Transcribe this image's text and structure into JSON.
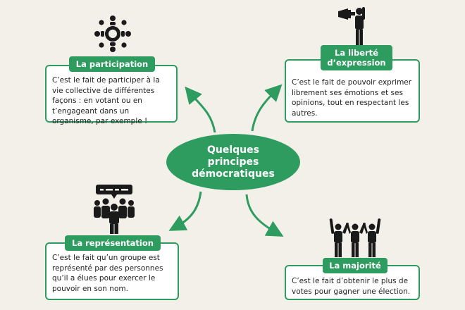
{
  "center_title": "Quelques\nprincipes\ndémocratiques",
  "colors": {
    "accent": "#2e9b5f",
    "background": "#f3f0ea",
    "icon": "#1a1a1a"
  },
  "principles": [
    {
      "title": "La participation",
      "text": "C’est le fait de participer à la vie collective de différentes façons : en votant ou en t’engageant dans un organisme, par exemple !",
      "icon": "round-table-meeting-icon"
    },
    {
      "title": "La liberté\nd’expression",
      "text": "C’est le fait de pouvoir exprimer librement ses émotions et ses opinions, tout en respectant les autres.",
      "icon": "megaphone-person-icon"
    },
    {
      "title": "La représentation",
      "text": "C’est le fait qu’un groupe est représenté par des personnes qu’il a élues pour exercer le pouvoir en son nom.",
      "icon": "group-speech-bubble-icon"
    },
    {
      "title": "La majorité",
      "text": "C’est le fait d’obtenir le plus de votes pour gagner une élection.",
      "icon": "people-raising-hands-icon"
    }
  ]
}
